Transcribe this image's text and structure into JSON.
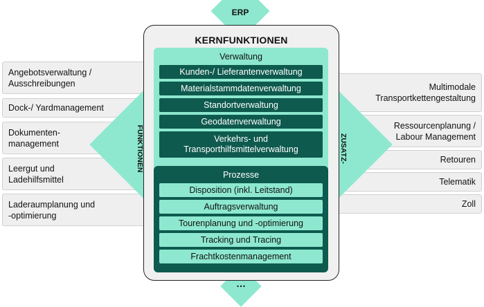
{
  "top_label": "ERP",
  "bottom_label": "…",
  "left_diamond_label": "ZUSATZ-\nFUNKTIONEN",
  "right_diamond_label": "ZUSATZ-\nFUNKTIONEN",
  "core": {
    "title": "KERNFUNKTIONEN",
    "verwaltung": {
      "title": "Verwaltung",
      "items": [
        "Kunden-/ Lieferantenverwaltung",
        "Materialstammdatenverwaltung",
        "Standortverwaltung",
        "Geodatenverwaltung",
        "Verkehrs- und\nTransporthilfsmittelverwaltung"
      ]
    },
    "prozesse": {
      "title": "Prozesse",
      "items": [
        "Disposition (inkl. Leitstand)",
        "Auftragsverwaltung",
        "Tourenplanung und -optimierung",
        "Tracking und Tracing",
        "Frachtkostenmanagement"
      ]
    }
  },
  "left_items": [
    "Angebotsverwaltung /\nAusschreibungen",
    "Dock-/ Yardmanagement",
    "Dokumenten-\nmanagement",
    "Leergut und\nLadehilfsmittel",
    "Laderaumplanung und\n-optimierung"
  ],
  "right_items": [
    "Multimodale\nTransportkettengestaltung",
    "Ressourcenplanung /\nLabour Management",
    "Retouren",
    "Telematik",
    "Zoll"
  ],
  "colors": {
    "light_green": "#8de8cf",
    "dark_green": "#0e5a4e",
    "core_bg": "#f0f0f0",
    "side_bg": "#efefef"
  }
}
